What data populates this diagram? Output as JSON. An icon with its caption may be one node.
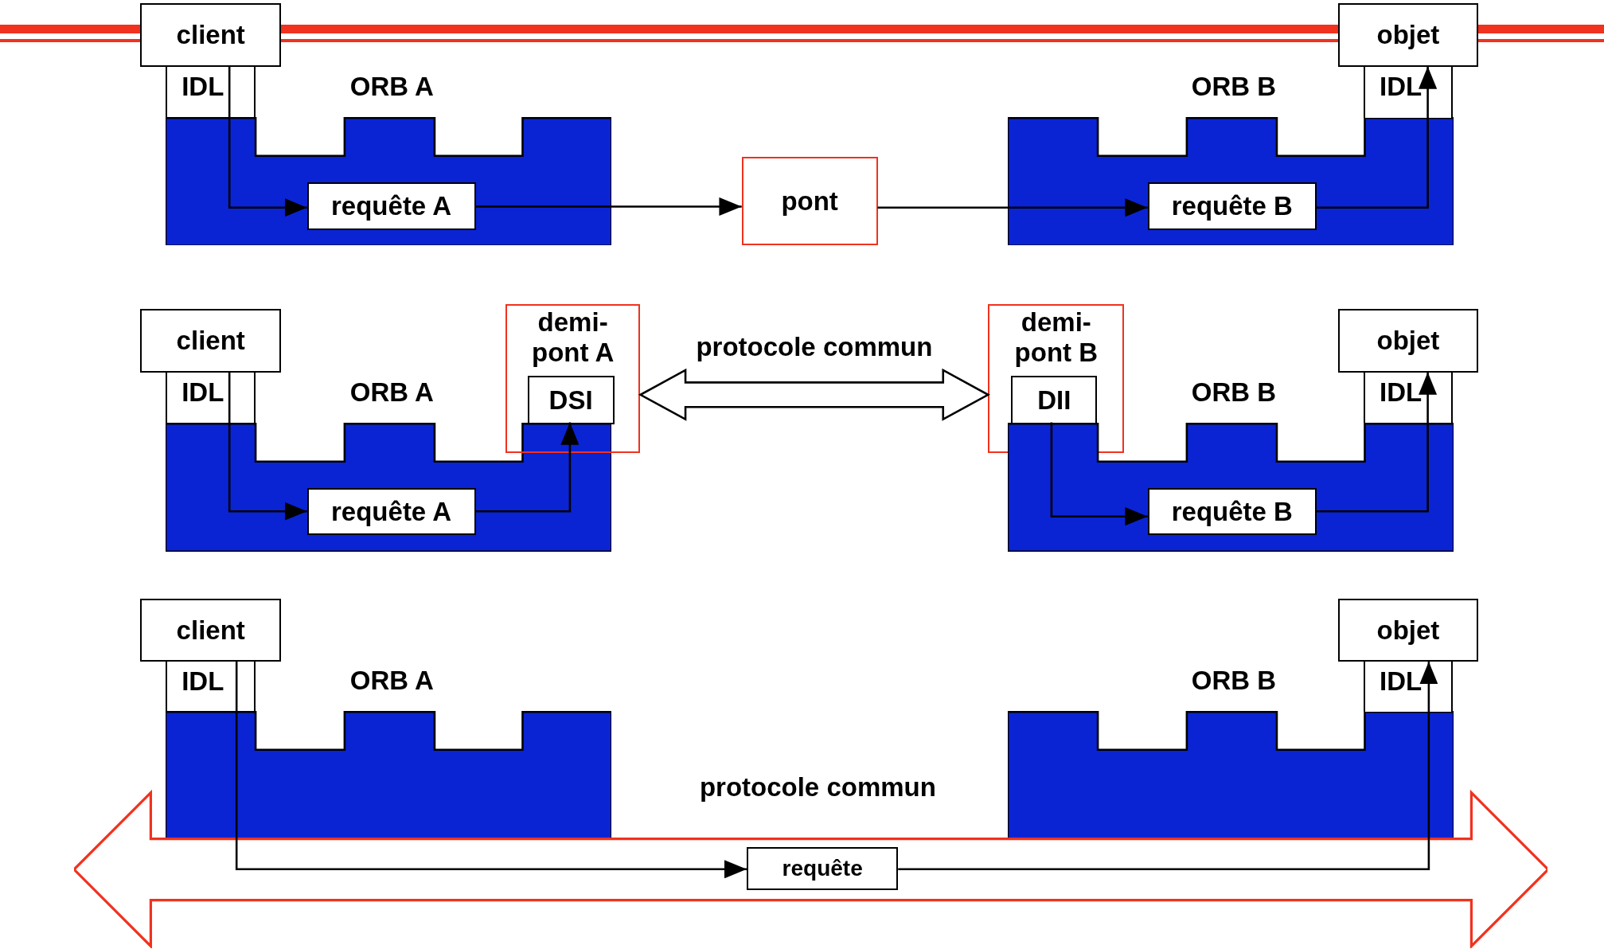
{
  "diagram": {
    "nodes": [
      {
        "text": [
          "client"
        ]
      },
      {
        "text": [
          "IDL"
        ]
      },
      {
        "text": [
          "ORB A"
        ]
      },
      {
        "text": [
          "requête A"
        ],
        "in": 2
      },
      {
        "text": [
          "pont"
        ]
      },
      {
        "text": [
          "ORB B"
        ]
      },
      {
        "text": [
          "requête B"
        ],
        "in": 5
      },
      {
        "text": [
          "objet"
        ]
      },
      {
        "text": [
          "IDL"
        ]
      },
      {
        "text": [
          "client"
        ]
      },
      {
        "text": [
          "IDL"
        ]
      },
      {
        "text": [
          "ORB A"
        ]
      },
      {
        "text": [
          "requête A"
        ],
        "in": 11
      },
      {
        "text": [
          "demi- pont A"
        ]
      },
      {
        "text": [
          "DSI"
        ],
        "in": 13
      },
      {
        "text": [
          "demi- pont B"
        ]
      },
      {
        "text": [
          "DII"
        ],
        "in": 15
      },
      {
        "text": [
          "ORB B"
        ]
      },
      {
        "text": [
          "requête B"
        ],
        "in": 17
      },
      {
        "text": [
          "objet"
        ]
      },
      {
        "text": [
          "IDL"
        ]
      },
      {
        "text": [
          "client"
        ]
      },
      {
        "text": [
          "IDL"
        ]
      },
      {
        "text": [
          "ORB A"
        ]
      },
      {
        "text": [
          "ORB B"
        ]
      },
      {
        "text": [
          "protocole commun"
        ]
      },
      {
        "text": [
          "requête"
        ],
        "in": 25
      },
      {
        "text": [
          "objet"
        ]
      },
      {
        "text": [
          "IDL"
        ]
      }
    ],
    "edges": [
      {
        "from": 1,
        "to": 3,
        "arrow": "to"
      },
      {
        "from": 3,
        "to": 4,
        "arrow": "to"
      },
      {
        "from": 4,
        "to": 6,
        "arrow": "to"
      },
      {
        "from": 6,
        "to": 8,
        "arrow": "to"
      },
      {
        "from": 10,
        "to": 12,
        "arrow": "to"
      },
      {
        "from": 12,
        "to": 14,
        "arrow": "to"
      },
      {
        "from": 13,
        "to": 15,
        "arrow": "both",
        "label": "protocole commun",
        "style": "thick"
      },
      {
        "from": 16,
        "to": 18,
        "arrow": "to"
      },
      {
        "from": 18,
        "to": 20,
        "arrow": "to"
      },
      {
        "from": 22,
        "to": 23,
        "arrow": "none"
      },
      {
        "from": 23,
        "to": 26,
        "arrow": "to"
      },
      {
        "from": 26,
        "to": 24,
        "arrow": "none"
      },
      {
        "from": 24,
        "to": 28,
        "arrow": "to"
      }
    ]
  }
}
